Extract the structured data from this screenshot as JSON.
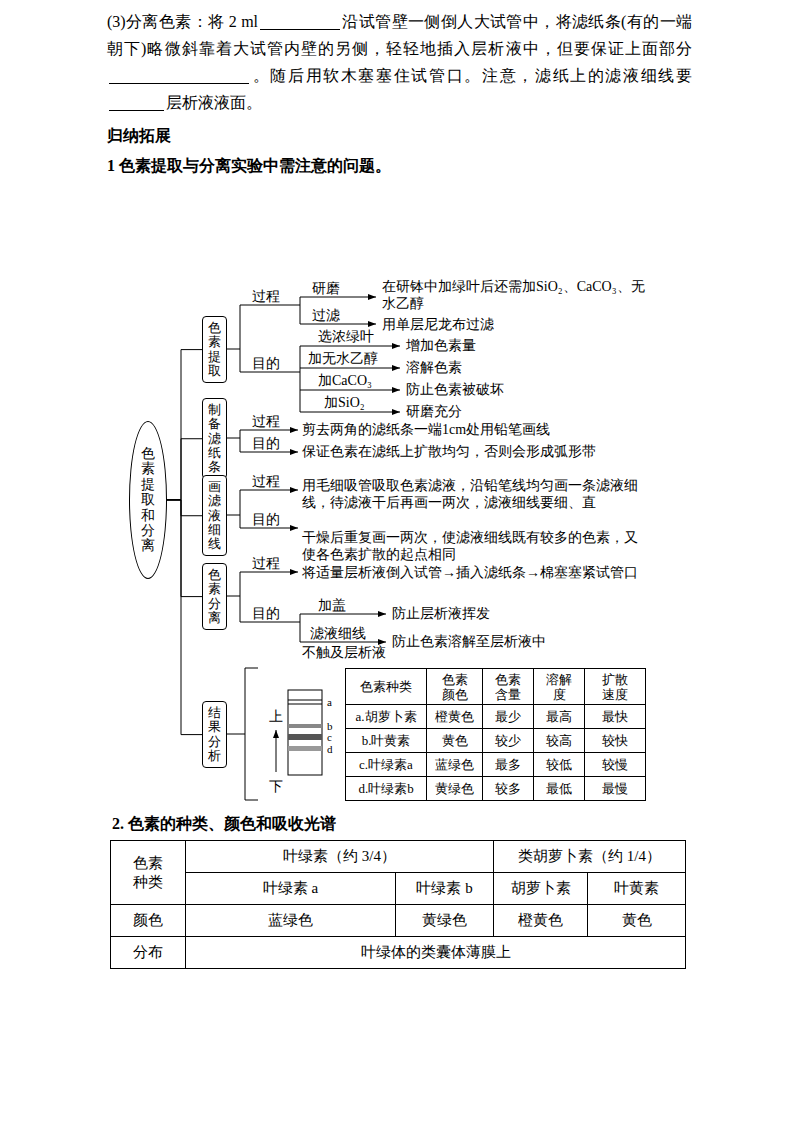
{
  "diagram": {
    "nodes": [
      {
        "text": [
          "色素提取和分离"
        ]
      },
      {
        "text": [
          "色素提取"
        ]
      },
      {
        "text": [
          "制备滤纸条"
        ]
      },
      {
        "text": [
          "画滤液细线"
        ]
      },
      {
        "text": [
          "色素分离"
        ]
      },
      {
        "text": [
          "结果分析"
        ]
      }
    ],
    "edges": [
      {
        "from": 0,
        "to": 1,
        "arrow": "none"
      },
      {
        "from": 0,
        "to": 2,
        "arrow": "none"
      },
      {
        "from": 0,
        "to": 3,
        "arrow": "none"
      },
      {
        "from": 0,
        "to": 4,
        "arrow": "none"
      },
      {
        "from": 0,
        "to": 5,
        "arrow": "none"
      }
    ],
    "labels": [
      "(3)分离色素：将 2 ml",
      "沿试管壁一侧倒人大试管中，将滤纸条(有的一端朝下)略微斜靠着大试管内壁的另侧，轻轻地插入层析液中，但要保证上面部分",
      "。随后用软木塞塞住试管口。注意，滤纸上的滤液细线要",
      "层析液液面。",
      "归纳拓展",
      "1 色素提取与分离实验中需注意的问题。",
      "过程",
      "研磨",
      "在研钵中加绿叶后还需加SiO₂、CaCO₃、无水乙醇",
      "过滤",
      "用单层尼龙布过滤",
      "目的",
      "选浓绿叶",
      "增加色素量",
      "加无水乙醇",
      "溶解色素",
      "加CaCO₃",
      "防止色素被破坏",
      "加SiO₂",
      "研磨充分",
      "过程",
      "剪去两角的滤纸条一端1cm处用铅笔画线",
      "目的",
      "保证色素在滤纸上扩散均匀，否则会形成弧形带",
      "过程",
      "用毛细吸管吸取色素滤液，沿铅笔线均匀画一条滤液细线，待滤液干后再画一两次，滤液细线要细、直",
      "目的",
      "干燥后重复画一两次，使滤液细线既有较多的色素，又使各色素扩散的起点相同",
      "过程",
      "将适量层析液倒入试管→插入滤纸条→棉塞塞紧试管口",
      "目的",
      "加盖",
      "防止层析液挥发",
      "滤液细线",
      "不触及层析液",
      "防止色素溶解至层析液中",
      "上",
      "下",
      "a",
      "b",
      "c",
      "d",
      "色素种类",
      "色素颜色",
      "色素含量",
      "溶解度",
      "扩散速度",
      "a.胡萝卜素",
      "橙黄色",
      "最少",
      "最高",
      "最快",
      "b.叶黄素",
      "黄色",
      "较少",
      "较高",
      "较快",
      "c.叶绿素a",
      "蓝绿色",
      "最多",
      "较低",
      "较慢",
      "d.叶绿素b",
      "黄绿色",
      "较多",
      "最低",
      "最慢",
      "2. 色素的种类、颜色和吸收光谱",
      "色素种类",
      "叶绿素（约 3/4）",
      "类胡萝卜素（约 1/4）",
      "叶绿素 a",
      "叶绿素 b",
      "胡萝卜素",
      "叶黄素",
      "颜色",
      "蓝绿色",
      "黄绿色",
      "橙黄色",
      "黄色",
      "分布",
      "叶绿体的类囊体薄膜上"
    ]
  }
}
